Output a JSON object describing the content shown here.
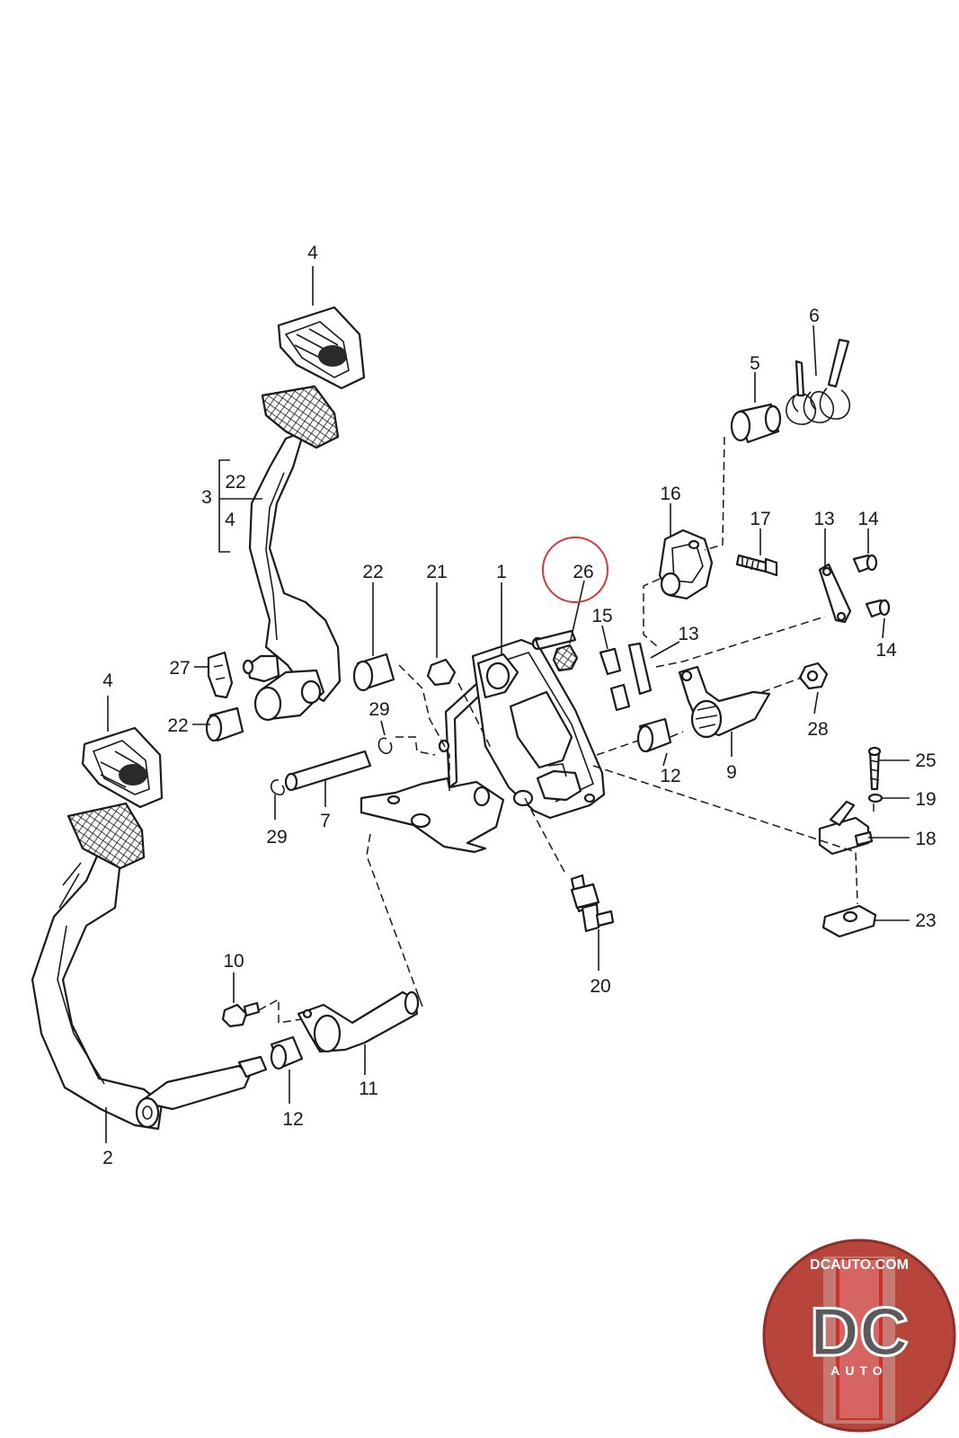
{
  "diagram": {
    "highlighted_callout": "26",
    "highlight_color": "#d33a3a",
    "callouts": {
      "c4_top": "4",
      "c6": "6",
      "c5": "5",
      "c3": "3",
      "c3_22": "22",
      "c3_4": "4",
      "c16": "16",
      "c17": "17",
      "c13_top": "13",
      "c14_top": "14",
      "c22_mid": "22",
      "c21": "21",
      "c1": "1",
      "c26": "26",
      "c15": "15",
      "c13_mid": "13",
      "c14_mid": "14",
      "c27": "27",
      "c4_left": "4",
      "c22_left": "22",
      "c29_mid": "29",
      "c28": "28",
      "c12_right": "12",
      "c9": "9",
      "c25": "25",
      "c19": "19",
      "c29_left": "29",
      "c7": "7",
      "c18": "18",
      "c23": "23",
      "c20": "20",
      "c10": "10",
      "c11": "11",
      "c12_bottom": "12",
      "c2": "2"
    }
  },
  "logo": {
    "url_text": "DCAUTO.COM",
    "mark": "DC",
    "sub": "AUTO",
    "colors": {
      "ring": "#b8453c",
      "inner": "#6b6b6b",
      "stripe": "#c9302c",
      "text": "#ffffff"
    }
  }
}
